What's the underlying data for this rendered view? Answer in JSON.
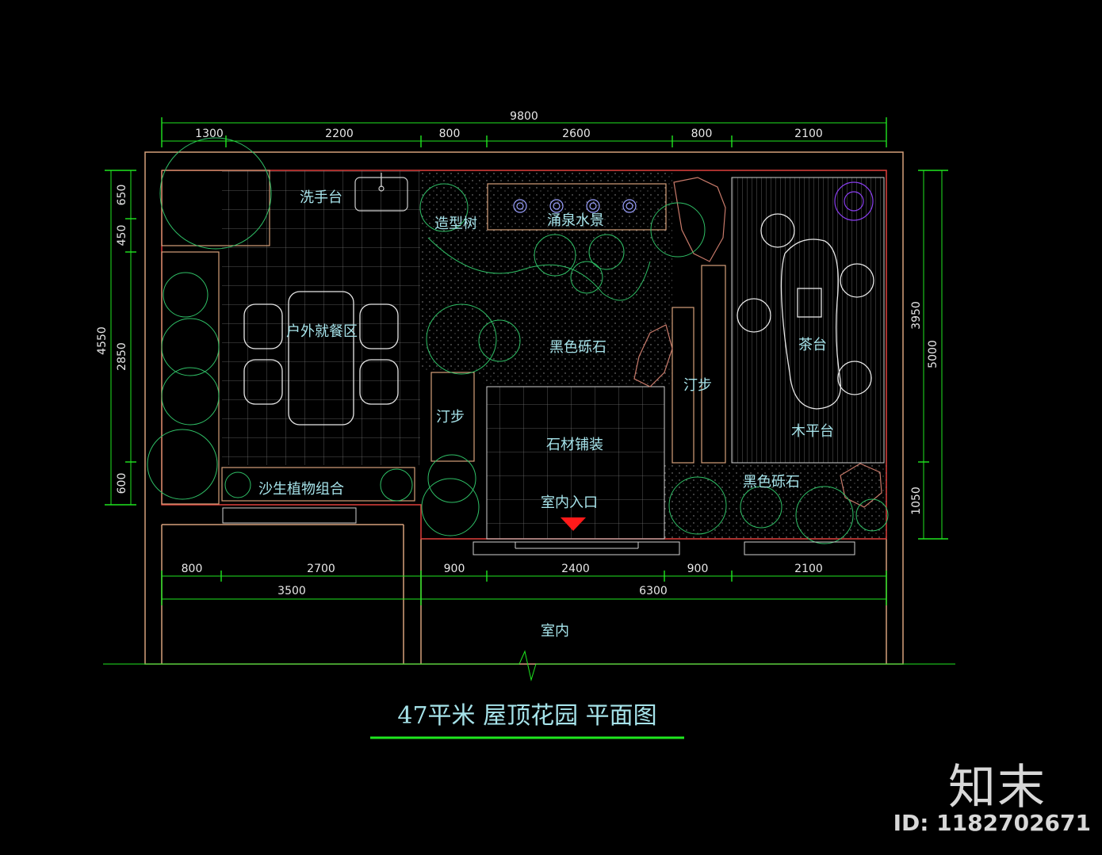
{
  "labels": {
    "wash_basin": "洗手台",
    "sculpted_tree": "造型树",
    "fountain": "涌泉水景",
    "dining": "户外就餐区",
    "gravel_center": "黑色砾石",
    "stepping_left": "汀步",
    "stepping_right": "汀步",
    "stone_paving": "石材铺装",
    "entrance": "室内入口",
    "tea_table": "茶台",
    "wood_deck": "木平台",
    "gravel_right": "黑色砾石",
    "desert_plants": "沙生植物组合",
    "indoor": "室内"
  },
  "dimensions": {
    "overall_width": "9800",
    "top": [
      "1300",
      "2200",
      "800",
      "2600",
      "800",
      "2100"
    ],
    "bottom_segments": [
      "800",
      "2700",
      "900",
      "2400",
      "900",
      "2100"
    ],
    "bottom_totals": [
      "3500",
      "6300"
    ],
    "left_outer": "4550",
    "left_inner": [
      "650",
      "450",
      "2850",
      "600"
    ],
    "right_inner": [
      "3950",
      "1050"
    ],
    "right_outer": "5000"
  },
  "title": "47平米  屋顶花园  平面图",
  "brand": {
    "logo": "知末",
    "id": "ID: 1182702671"
  },
  "colors": {
    "background": "#000000",
    "label": "#a6e3ea",
    "dimension": "#e8e8e8",
    "plant": "#2fbf66",
    "wall": "#d6a07a",
    "boundary": "#e0403c",
    "grid": "#8a8a8a",
    "title_rule": "#1fe61f",
    "arrow": "#ff1a1a",
    "flower": "#8a3ef0"
  }
}
